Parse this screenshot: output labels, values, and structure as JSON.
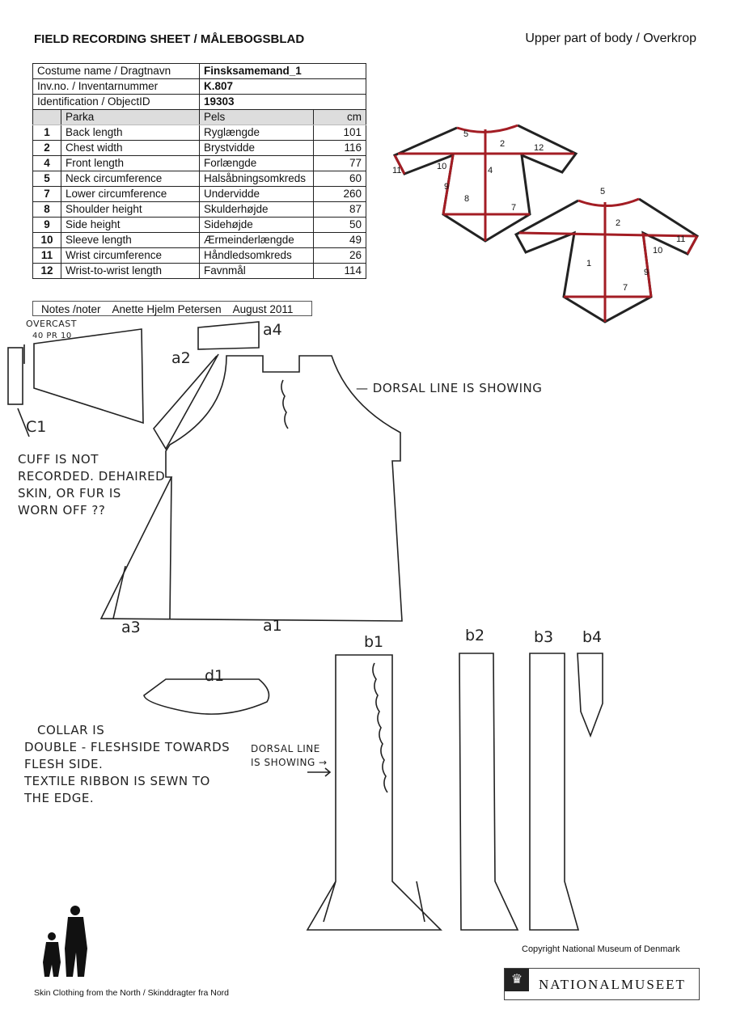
{
  "header": {
    "title": "FIELD RECORDING SHEET / MÅLEBOGSBLAD",
    "section": "Upper part of body / Overkrop"
  },
  "info": {
    "costume_label": "Costume name / Dragtnavn",
    "costume_value": "Finsksamemand_1",
    "inv_label": "Inv.no. / Inventarnummer",
    "inv_value": "K.807",
    "id_label": "Identification / ObjectID",
    "id_value": "19303"
  },
  "table": {
    "headers": [
      "Parka",
      "Pels",
      "cm"
    ],
    "rows": [
      {
        "num": "1",
        "en": "Back length",
        "da": "Ryglængde",
        "cm": "101"
      },
      {
        "num": "2",
        "en": "Chest width",
        "da": "Brystvidde",
        "cm": "116"
      },
      {
        "num": "4",
        "en": "Front length",
        "da": "Forlængde",
        "cm": "77"
      },
      {
        "num": "5",
        "en": "Neck circumference",
        "da": "Halsåbningsomkreds",
        "cm": "60"
      },
      {
        "num": "7",
        "en": "Lower circumference",
        "da": "Undervidde",
        "cm": "260"
      },
      {
        "num": "8",
        "en": "Shoulder height",
        "da": "Skulderhøjde",
        "cm": "87"
      },
      {
        "num": "9",
        "en": "Side height",
        "da": "Sidehøjde",
        "cm": "50"
      },
      {
        "num": "10",
        "en": "Sleeve length",
        "da": "Ærmeinderlængde",
        "cm": "49"
      },
      {
        "num": "11",
        "en": "Wrist circumference",
        "da": "Håndledsomkreds",
        "cm": "26"
      },
      {
        "num": "12",
        "en": "Wrist-to-wrist length",
        "da": "Favnmål",
        "cm": "114"
      }
    ]
  },
  "notes": {
    "label": "Notes /noter",
    "author": "Anette Hjelm Petersen",
    "date": "August 2011"
  },
  "diagram_front": {
    "labels": [
      "5",
      "2",
      "12",
      "11",
      "10",
      "4",
      "9",
      "8",
      "7"
    ]
  },
  "diagram_back": {
    "labels": [
      "5",
      "2",
      "11",
      "10",
      "1",
      "9",
      "7"
    ]
  },
  "sketch": {
    "overcast": "OVERCAST",
    "overcast_note": "40 PR 10",
    "labels": {
      "a1": "a1",
      "a2": "a2",
      "a3": "a3",
      "a4": "a4",
      "c1": "C1",
      "d1": "d1",
      "b1": "b1",
      "b2": "b2",
      "b3": "b3",
      "b4": "b4"
    },
    "dorsal_note_1": "— DORSAL LINE IS SHOWING",
    "cuff_note": [
      "CUFF IS NOT",
      "RECORDED. DEHAIRED",
      "SKIN, OR FUR IS",
      "WORN OFF ??"
    ],
    "collar_note": [
      "COLLAR IS",
      "DOUBLE - FLESHSIDE TOWARDS",
      "FLESH SIDE.",
      "TEXTILE RIBBON IS SEWN TO",
      "THE EDGE."
    ],
    "dorsal_note_2": [
      "DORSAL LINE",
      "IS SHOWING →"
    ]
  },
  "footer": {
    "copyright": "Copyright National Museum of Denmark",
    "project": "Skin Clothing from the North / Skinddragter fra Nord",
    "museum_logo": "NATIONALMUSEET"
  },
  "colors": {
    "measure_line": "#a31d24",
    "outline": "#222222"
  }
}
